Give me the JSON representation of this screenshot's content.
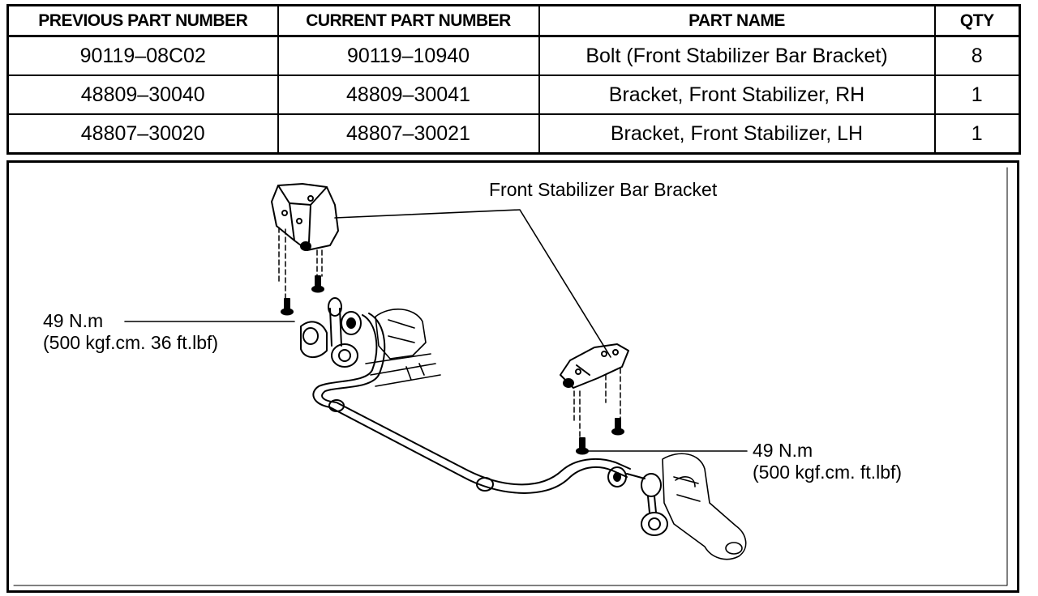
{
  "table": {
    "headers": [
      "PREVIOUS PART NUMBER",
      "CURRENT PART NUMBER",
      "PART NAME",
      "QTY"
    ],
    "rows": [
      {
        "previous": "90119–08C02",
        "current": "90119–10940",
        "name": "Bolt (Front Stabilizer Bar Bracket)",
        "qty": "8"
      },
      {
        "previous": "48809–30040",
        "current": "48809–30041",
        "name": "Bracket, Front Stabilizer, RH",
        "qty": "1"
      },
      {
        "previous": "48807–30020",
        "current": "48807–30021",
        "name": "Bracket, Front Stabilizer, LH",
        "qty": "1"
      }
    ]
  },
  "figure": {
    "bracket_label": "Front Stabilizer Bar Bracket",
    "torque_left": {
      "line1": "49 N.m",
      "line2": "(500 kgf.cm. 36 ft.lbf)"
    },
    "torque_right": {
      "line1": "49 N.m",
      "line2": "(500 kgf.cm. ft.lbf)"
    }
  }
}
